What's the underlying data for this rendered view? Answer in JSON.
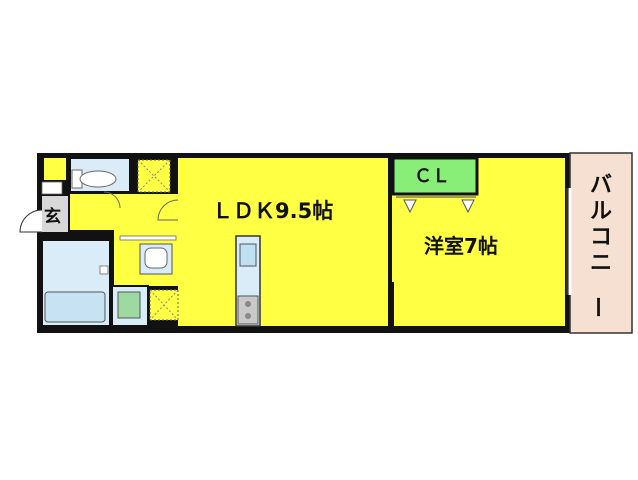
{
  "floorplan": {
    "rooms": {
      "ldk": {
        "label": "ＬＤＫ9.5帖"
      },
      "western": {
        "label": "洋室7帖"
      },
      "closet": {
        "label": "ＣＬ"
      },
      "balcony": {
        "label": "バルコニー"
      },
      "entrance": {
        "label": "玄"
      }
    },
    "colors": {
      "living_fill": "#ffff44",
      "wet_area_fill": "#d9ecf7",
      "closet_fill": "#88ee77",
      "balcony_fill": "#f6e0d2",
      "entrance_fill": "#d8d8d8",
      "wall": "#111111"
    }
  }
}
